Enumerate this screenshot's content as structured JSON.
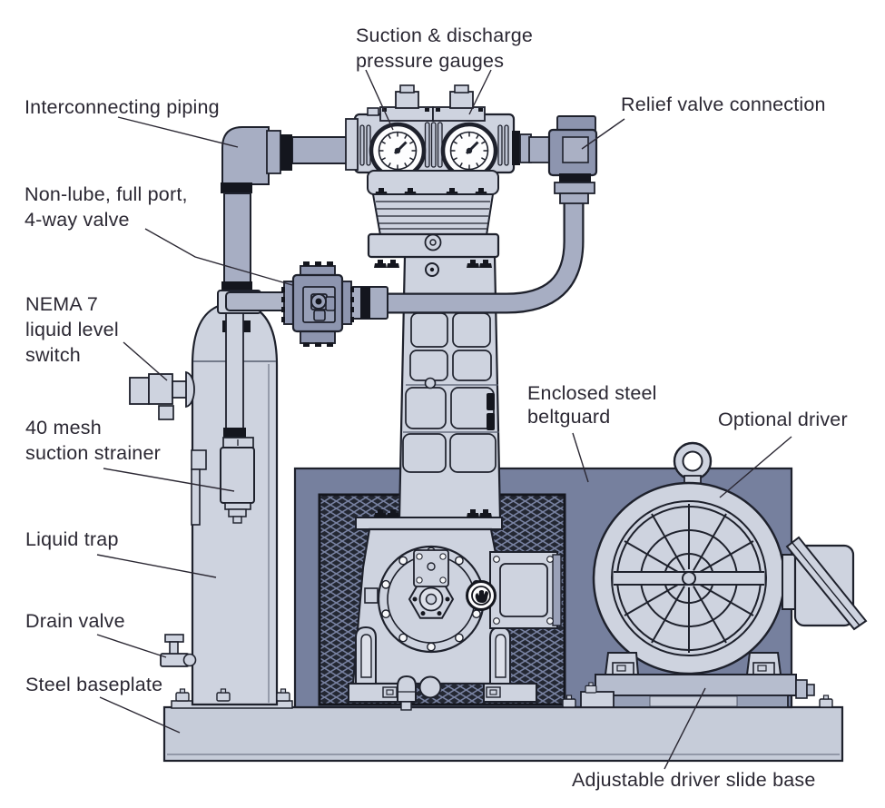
{
  "figure": "Gas compressor package cutaway diagram",
  "palette": {
    "outline": "#1e212c",
    "body_light": "#ced3df",
    "pipe": "#a7aec3",
    "valve_slate": "#8d95af",
    "beltguard": "#76809e",
    "mesh_background": "#232732",
    "mesh_line": "#7781a0",
    "baseplate": "#c6ccd9",
    "gauge_face": "#fdfdfe",
    "text": "#2b2833",
    "background": "#ffffff"
  },
  "labels": {
    "suction_gauges": {
      "lines": [
        "Suction & discharge",
        "pressure gauges"
      ]
    },
    "relief_valve": {
      "lines": [
        "Relief valve connection"
      ]
    },
    "interconnecting_piping": {
      "lines": [
        "Interconnecting piping"
      ]
    },
    "four_way_valve": {
      "lines": [
        "Non-lube, full port,",
        "4-way valve"
      ]
    },
    "nema7_switch": {
      "lines": [
        "NEMA 7",
        "liquid level",
        "switch"
      ]
    },
    "suction_strainer": {
      "lines": [
        "40 mesh",
        "suction strainer"
      ]
    },
    "liquid_trap": {
      "lines": [
        "Liquid trap"
      ]
    },
    "drain_valve": {
      "lines": [
        "Drain valve"
      ]
    },
    "steel_baseplate": {
      "lines": [
        "Steel baseplate"
      ]
    },
    "beltguard": {
      "lines": [
        "Enclosed steel",
        "beltguard"
      ]
    },
    "optional_driver": {
      "lines": [
        "Optional driver"
      ]
    },
    "slide_base": {
      "lines": [
        "Adjustable driver slide base"
      ]
    }
  }
}
